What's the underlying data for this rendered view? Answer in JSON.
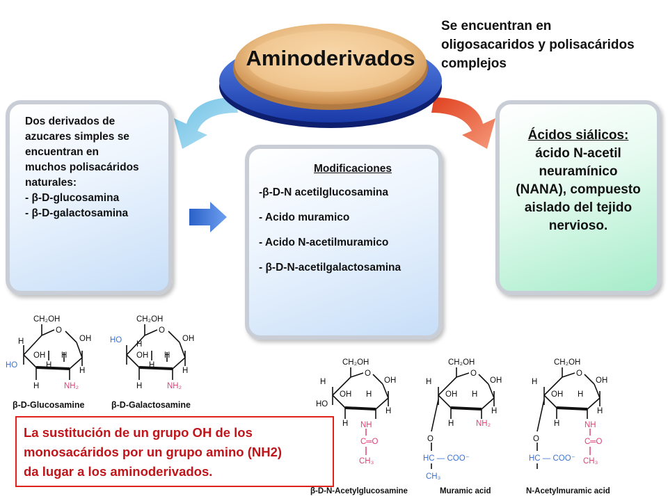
{
  "title": "Aminoderivados",
  "top_note": {
    "lines": [
      "Se encuentran en",
      "oligosacaridos y polisacáridos",
      "complejos"
    ]
  },
  "left_box": {
    "lines": [
      "Dos derivados de",
      "azucares simples se",
      "encuentran en",
      "muchos polisacáridos",
      "naturales:",
      "- β-D-glucosamina",
      "- β-D-galactosamina"
    ]
  },
  "middle_box": {
    "heading": "Modificaciones",
    "items": [
      "-β-D-N acetilglucosamina",
      "- Acido muramico",
      "- Acido N-acetilmuramico",
      "- β-D-N-acetilgalactosamina"
    ]
  },
  "right_box": {
    "heading": "Ácidos siálicos:",
    "body_lines": [
      "ácido N-acetil",
      "neuramínico",
      "(NANA), compuesto",
      "aislado del tejido",
      "nervioso."
    ]
  },
  "molecules": {
    "glucosamine": {
      "label": "β-D-Glucosamine",
      "ch2oh": "CH₂OH",
      "o": "O",
      "h": "H",
      "oh": "OH",
      "ho": "HO",
      "nh2": "NH₂"
    },
    "galactosamine": {
      "label": "β-D-Galactosamine",
      "ch2oh": "CH₂OH",
      "o": "O",
      "h": "H",
      "oh": "OH",
      "ho": "HO",
      "nh2": "NH₂"
    },
    "acetylglucosamine": {
      "label": "β-D-N-Acetylglucosamine",
      "ch2oh": "CH₂OH",
      "o": "O",
      "h": "H",
      "oh": "OH",
      "ho": "HO",
      "nh": "NH",
      "c_o": "C═O",
      "ch3": "CH₃"
    },
    "muramic": {
      "label": "Muramic acid",
      "ch2oh": "CH₂OH",
      "o": "O",
      "h": "H",
      "oh": "OH",
      "nh2": "NH₂",
      "hc_coo": "HC — COO⁻",
      "ch3": "CH₃"
    },
    "acetylmuramic": {
      "label": "N-Acetylmuramic acid",
      "ch2oh": "CH₂OH",
      "o": "O",
      "h": "H",
      "oh": "OH",
      "nh": "NH",
      "c_o": "C═O",
      "ch3": "CH₃",
      "hc_coo": "HC — COO⁻"
    }
  },
  "bottom_note": {
    "lines": [
      "La sustitución de un grupo OH de los",
      "monosacáridos por un grupo amino (NH2)",
      "da lugar a los aminoderivados."
    ]
  },
  "colors": {
    "red_text": "#c0151a",
    "amine_pink": "#e0407a",
    "blue_arrow": "#3a73d6",
    "cyan_arrow": "#7cc8e8",
    "red_arrow": "#e8553a",
    "disc_blue": "#2b54c9",
    "disc_gold": "#e6b883"
  },
  "icons": [
    "blue-arrow-icon",
    "cyan-curved-arrow-icon",
    "red-curved-arrow-icon"
  ]
}
